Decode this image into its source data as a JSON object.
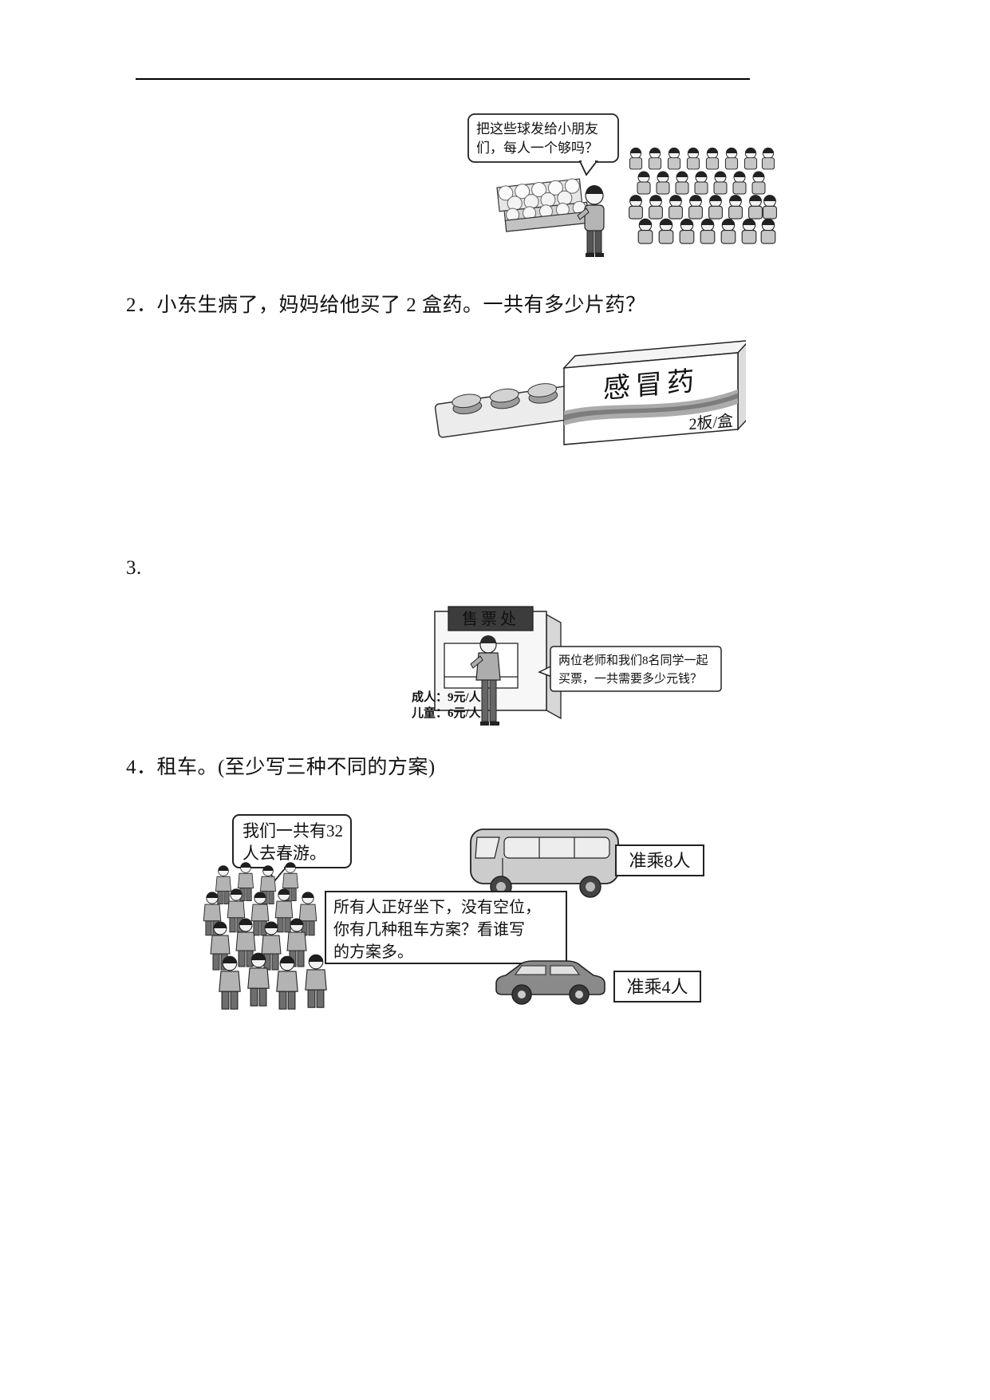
{
  "q1": {
    "bubble_line1": "把这些球发给小朋友",
    "bubble_line2": "们，每人一个够吗？"
  },
  "q2": {
    "number": "2．",
    "text": "小东生病了，妈妈给他买了 2 盒药。一共有多少片药？",
    "medicine_box_name": "感冒药",
    "medicine_box_spec": "2板/盒"
  },
  "q3": {
    "number": "3.",
    "booth_sign": "售票处",
    "price_adult": "成人：9元/人",
    "price_child": "儿童：6元/人",
    "bubble_line1": "两位老师和我们8名同学一起",
    "bubble_line2": "买票，一共需要多少元钱？"
  },
  "q4": {
    "number": "4．",
    "text": "租车。(至少写三种不同的方案)",
    "bubble_line1": "我们一共有32",
    "bubble_line2": "人去春游。",
    "note_line1": "所有人正好坐下，没有空位，",
    "note_line2": "你有几种租车方案？看谁写",
    "note_line3": "的方案多。",
    "van_capacity": "准乘8人",
    "car_capacity": "准乘4人"
  }
}
